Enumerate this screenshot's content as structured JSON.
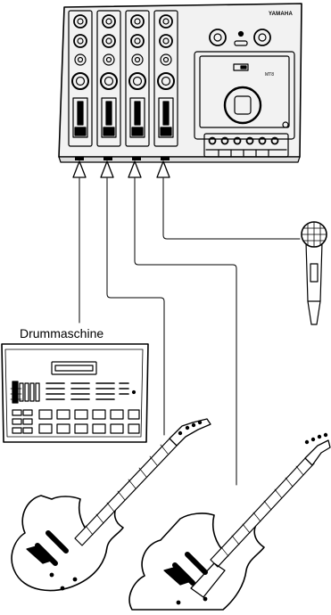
{
  "mixer": {
    "brand": "YAMAHA",
    "model": "MT8"
  },
  "drum_machine": {
    "label": "Drummaschine"
  },
  "connections": [
    {
      "source": "drum-machine",
      "channel": 1
    },
    {
      "source": "guitar-left",
      "channel": 2
    },
    {
      "source": "guitar-right",
      "channel": 3
    },
    {
      "source": "microphone",
      "channel": 4
    }
  ],
  "colors": {
    "ink": "#000000",
    "paper": "#ffffff",
    "chassis": "#f2f2f2"
  }
}
